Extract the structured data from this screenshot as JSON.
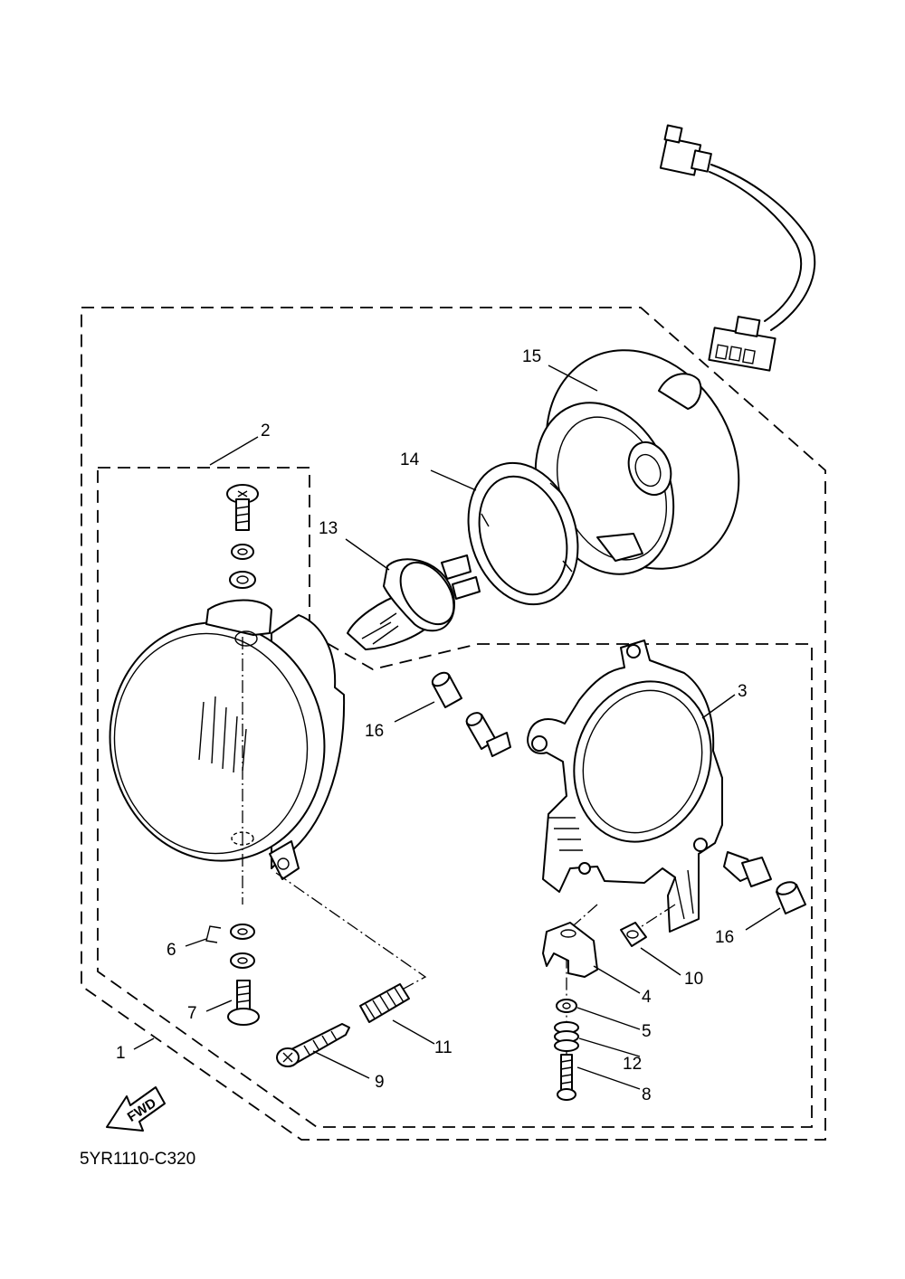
{
  "diagram_code": "5YR1110-C320",
  "fwd_label": "FWD",
  "callouts": {
    "c1": "1",
    "c2": "2",
    "c3": "3",
    "c4": "4",
    "c5": "5",
    "c6": "6",
    "c7": "7",
    "c8": "8",
    "c9": "9",
    "c10": "10",
    "c11": "11",
    "c12": "12",
    "c13": "13",
    "c14": "14",
    "c15": "15",
    "c16a": "16",
    "c16b": "16"
  }
}
